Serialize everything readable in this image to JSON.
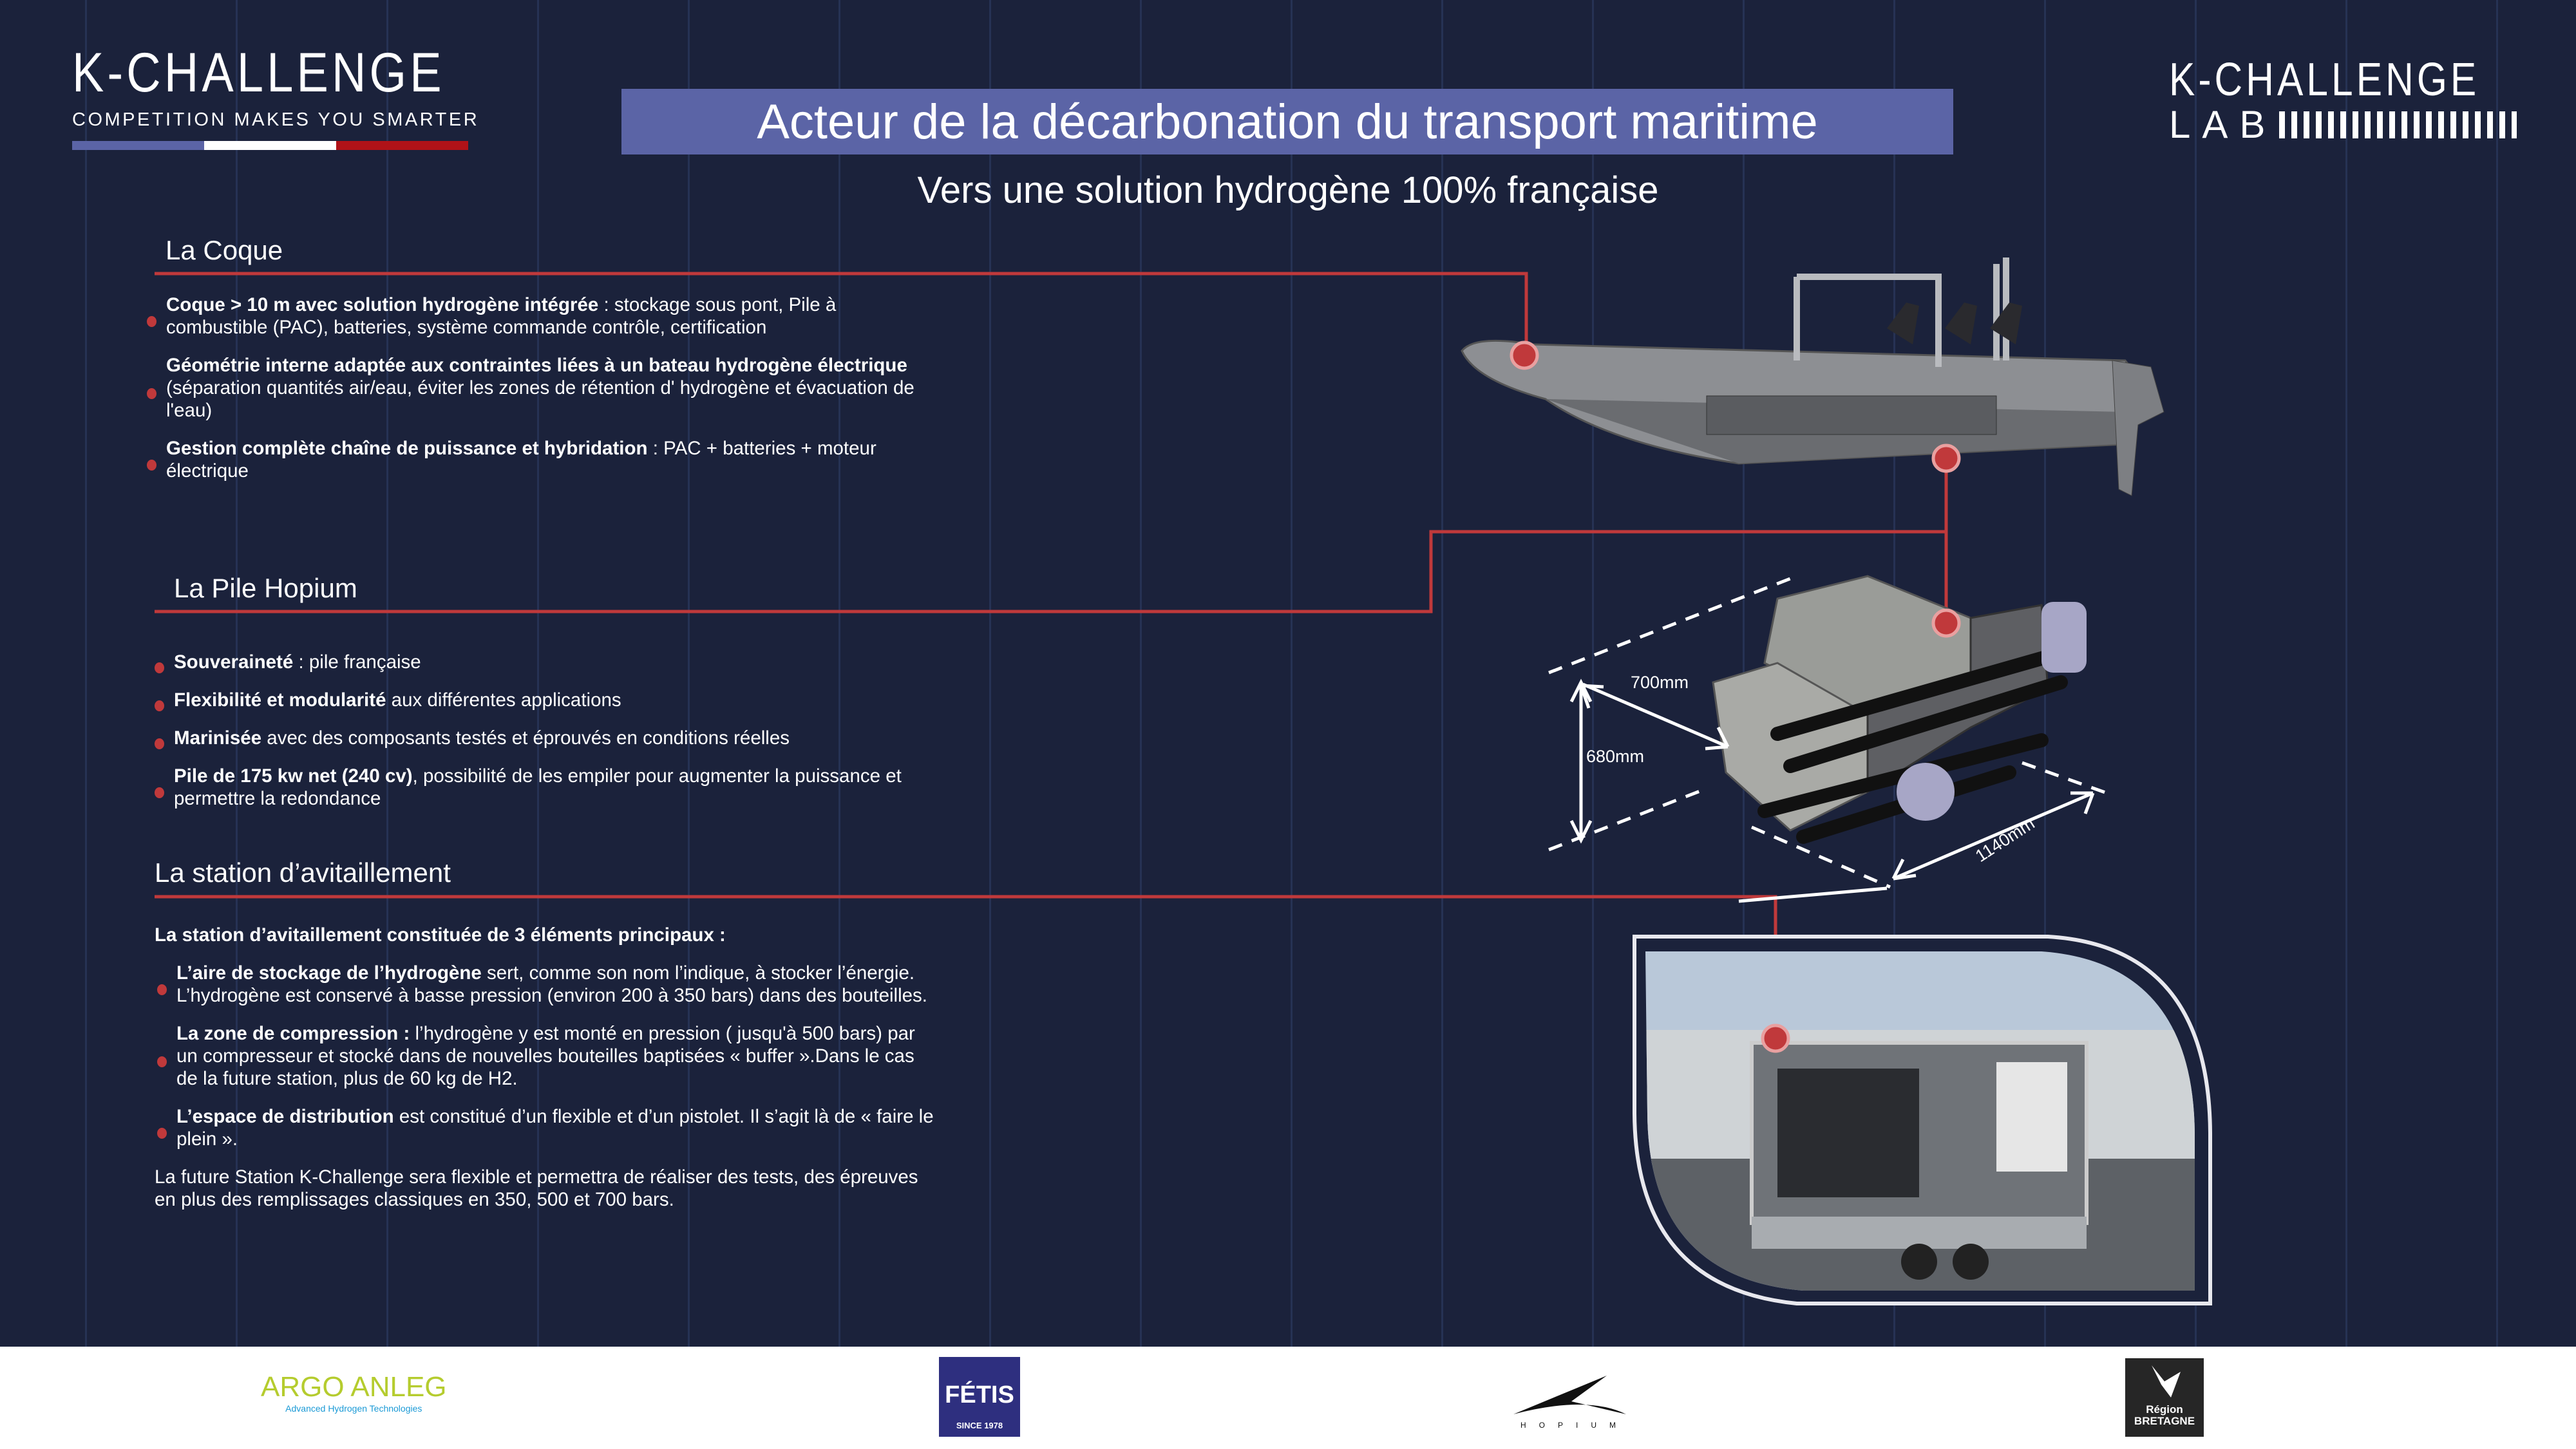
{
  "header": {
    "logo_left": {
      "word": "K-CHALLENGE",
      "tagline": "COMPETITION MAKES YOU SMARTER",
      "flag_colors": [
        "#5b64a6",
        "#ffffff",
        "#b01218"
      ]
    },
    "title": "Acteur de la décarbonation du transport maritime",
    "subtitle": "Vers une solution hydrogène 100% française",
    "logo_right": {
      "word": "K-CHALLENGE",
      "sub": "LAB"
    }
  },
  "accent": "#c0393b",
  "coque": {
    "heading": "La Coque",
    "items": [
      {
        "bold": "Coque > 10 m avec solution hydrogène intégrée",
        "text": " : stockage sous pont, Pile à combustible (PAC), batteries, système commande contrôle, certification"
      },
      {
        "bold": "Géométrie interne adaptée aux contraintes liées à un bateau hydrogène électrique",
        "text": " (séparation quantités air/eau, éviter les zones de rétention d' hydrogène et  évacuation de l'eau)"
      },
      {
        "bold": "Gestion complète chaîne de puissance et hybridation",
        "text": " : PAC + batteries + moteur électrique"
      }
    ]
  },
  "pile": {
    "heading": "La Pile Hopium",
    "items": [
      {
        "bold": "Souveraineté",
        "text": " : pile française"
      },
      {
        "bold": "Flexibilité et modularité",
        "text": " aux différentes applications"
      },
      {
        "bold": "Marinisée",
        "text": " avec des composants testés et éprouvés en conditions réelles"
      },
      {
        "bold": "Pile de 175 kw net (240 cv)",
        "text": ", possibilité de les empiler pour augmenter la puissance et permettre la redondance"
      }
    ],
    "dimensions": {
      "depth": "700mm",
      "height": "680mm",
      "length": "1140mm"
    }
  },
  "station": {
    "heading": "La station d’avitaillement",
    "intro": "La station d’avitaillement constituée de 3 éléments principaux :",
    "items": [
      {
        "bold": "L’aire de stockage de l’hydrogène",
        "text": " sert, comme son nom l’indique, à stocker l’énergie.",
        "text2": "L’hydrogène est conservé à basse pression (environ 200  à 350 bars) dans des bouteilles."
      },
      {
        "bold": "La zone de compression :",
        "text": " l’hydrogène y est monté en pression ( jusqu'à 500 bars) par un compresseur et stocké dans de nouvelles bouteilles baptisées « buffer ».Dans le cas de la future station, plus de 60 kg de H2."
      },
      {
        "bold": "L’espace de distribution",
        "text": " est constitué d’un flexible et d’un pistolet. Il s’agit là de « faire le plein »."
      }
    ],
    "outro": "La future Station K-Challenge sera flexible et permettra de réaliser des tests, des épreuves en plus des remplissages classiques en 350, 500 et 700 bars."
  },
  "footer": {
    "logos": [
      {
        "name": "ARGO ANLEG",
        "sub": "Advanced Hydrogen Technologies"
      },
      {
        "name": "FÉTIS",
        "sub": "SINCE 1978"
      },
      {
        "name": "HOPIUM"
      },
      {
        "name": "Région BRETAGNE"
      }
    ]
  }
}
